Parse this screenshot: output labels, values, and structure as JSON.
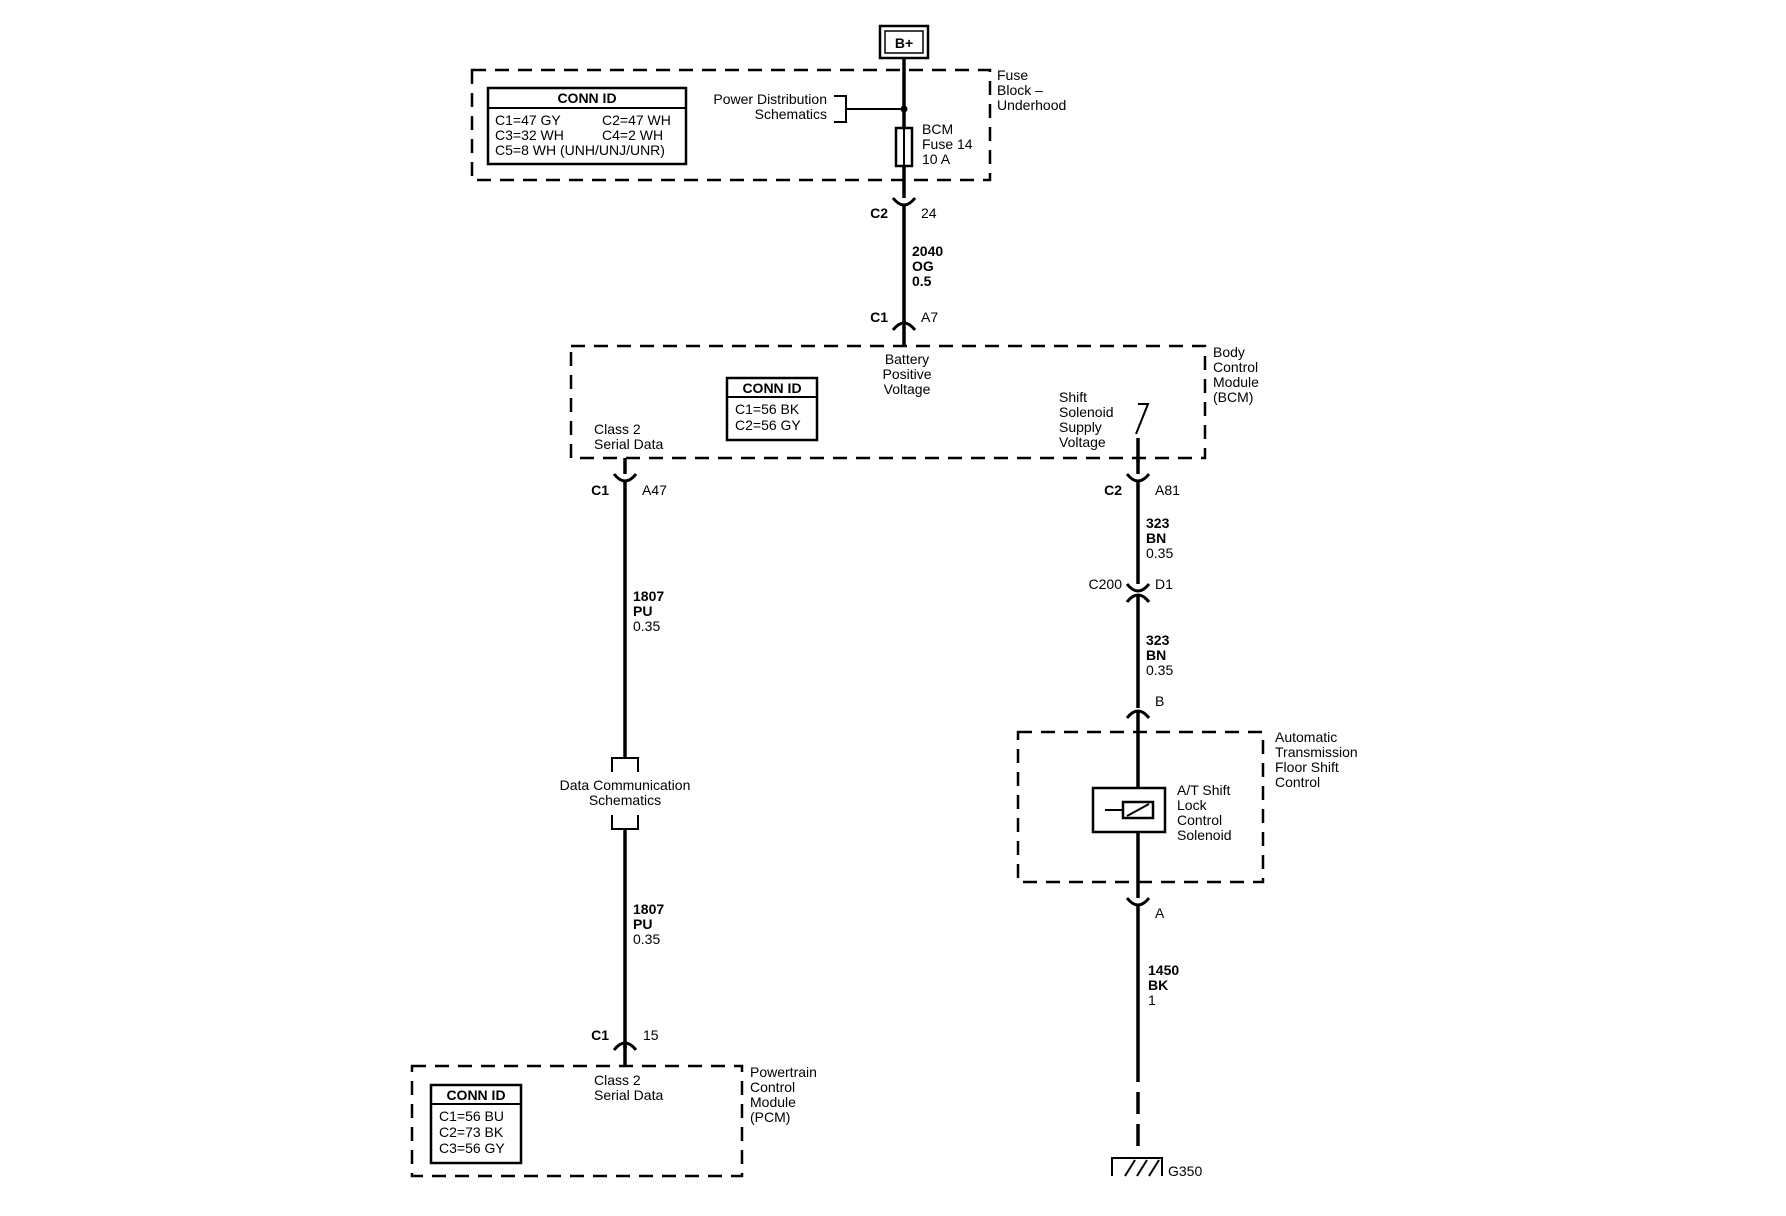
{
  "power_source": "B+",
  "fuse_block": {
    "name": [
      "Fuse",
      "Block –",
      "Underhood"
    ],
    "conn_id_title": "CONN ID",
    "conn_ids": [
      [
        "C1=47 GY",
        "C2=47 WH"
      ],
      [
        "C3=32 WH",
        "C4=2 WH"
      ],
      [
        "C5=8 WH (UNH/UNJ/UNR)",
        ""
      ]
    ],
    "power_distribution_ref": [
      "Power Distribution",
      "Schematics"
    ],
    "fuse_label": [
      "BCM",
      "Fuse 14",
      "10 A"
    ]
  },
  "connectors": {
    "fuse_block_out": {
      "conn": "C2",
      "pin": "24"
    },
    "bcm_in": {
      "conn": "C1",
      "pin": "A7"
    },
    "bcm_class2": {
      "conn": "C1",
      "pin": "A47"
    },
    "bcm_shift": {
      "conn": "C2",
      "pin": "A81"
    },
    "inline": {
      "conn": "C200",
      "pin": "D1"
    },
    "shift_control_in": {
      "pin": "B"
    },
    "shift_control_out": {
      "pin": "A"
    },
    "pcm_in": {
      "conn": "C1",
      "pin": "15"
    }
  },
  "wires": {
    "fuse_to_bcm": [
      "2040",
      "OG",
      "0.5"
    ],
    "bcm_to_data_comm": [
      "1807",
      "PU",
      "0.35"
    ],
    "data_comm_to_pcm": [
      "1807",
      "PU",
      "0.35"
    ],
    "bcm_to_c200": [
      "323",
      "BN",
      "0.35"
    ],
    "c200_to_shift": [
      "323",
      "BN",
      "0.35"
    ],
    "shift_to_ground": [
      "1450",
      "BK",
      "1"
    ]
  },
  "bcm": {
    "name": [
      "Body",
      "Control",
      "Module",
      "(BCM)"
    ],
    "conn_id_title": "CONN ID",
    "conn_ids": [
      "C1=56 BK",
      "C2=56 GY"
    ],
    "battery_label": [
      "Battery",
      "Positive",
      "Voltage"
    ],
    "class2_label": [
      "Class 2",
      "Serial Data"
    ],
    "shift_label": [
      "Shift",
      "Solenoid",
      "Supply",
      "Voltage"
    ]
  },
  "data_comm_ref": [
    "Data Communication",
    "Schematics"
  ],
  "shift_control": {
    "name": [
      "Automatic",
      "Transmission",
      "Floor Shift",
      "Control"
    ],
    "solenoid_label": [
      "A/T Shift",
      "Lock",
      "Control",
      "Solenoid"
    ]
  },
  "pcm": {
    "name": [
      "Powertrain",
      "Control",
      "Module",
      "(PCM)"
    ],
    "conn_id_title": "CONN ID",
    "conn_ids": [
      "C1=56 BU",
      "C2=73 BK",
      "C3=56 GY"
    ],
    "class2_label": [
      "Class 2",
      "Serial Data"
    ]
  },
  "ground": "G350"
}
